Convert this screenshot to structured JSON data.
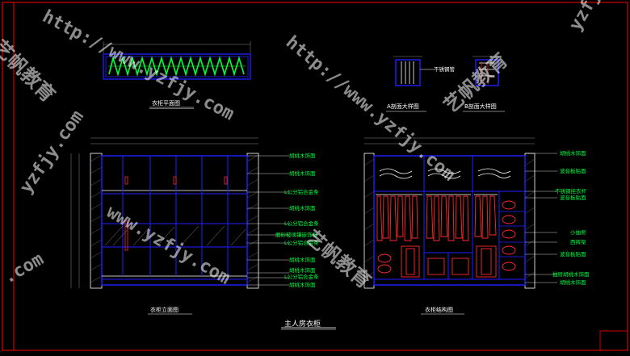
{
  "drawing_title": "主人房衣柜",
  "views": {
    "plan": "衣柜平面图",
    "elevation": "衣柜立面图",
    "structure": "衣柜结构图",
    "section_a": "A剖面大样图",
    "section_b": "B剖面大样图"
  },
  "section_a_note": "不锈钢管",
  "elevation_labels": [
    "胡桃木饰面",
    "胡桃木饰面",
    "L公分铝合金条",
    "胡桃木饰面",
    "L公分铝合金条",
    "磨砂玻璃镶嵌饰板",
    "L公分铝合金条",
    "胡桃木饰面",
    "胡桃木饰面",
    "L公分铝合金条",
    "胡桃木饰面"
  ],
  "structure_labels": [
    "胡桃木饰面",
    "波音板贴面",
    "不锈钢挂衣杆",
    "波音板贴面",
    "小抽屉",
    "西裤架",
    "波音板贴面",
    "抽屉胡桃木饰面",
    "胡桃木饰面"
  ],
  "watermarks": [
    "http://www.yzfjy.com",
    "艺帆教育",
    "yzfjy.com",
    "艺帆教育",
    "http://www.yzfjy.com",
    "www.yzfjy.com",
    "艺帆教育",
    ".com",
    "yzfjy"
  ],
  "colors": {
    "frame": "#ff0000",
    "outline": "#2020ff",
    "annotation": "#00ff40",
    "garment": "#ff2a2a",
    "background": "#000000"
  }
}
